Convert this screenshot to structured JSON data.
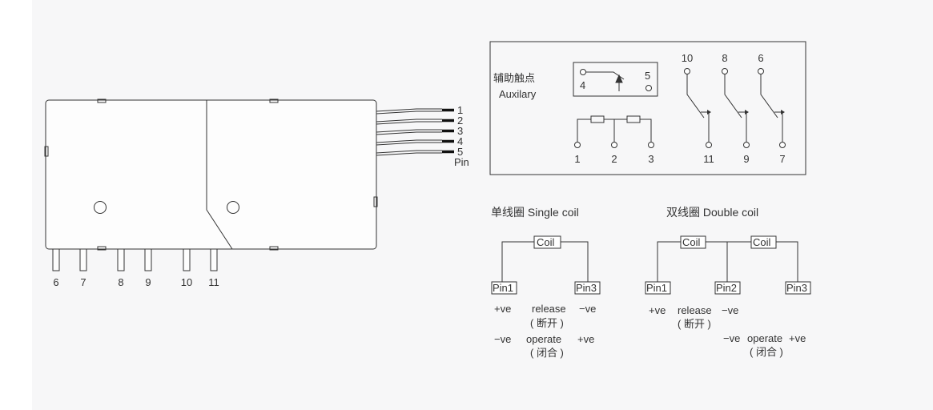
{
  "relay": {
    "pin_label": "Pin",
    "wire_pins": [
      "1",
      "2",
      "3",
      "4",
      "5"
    ],
    "bottom_pins": [
      "6",
      "7",
      "8",
      "9",
      "10",
      "11"
    ]
  },
  "schematic": {
    "aux_label_cn": "辅助触点",
    "aux_label_en": "Auxilary",
    "aux_pin_left": "4",
    "aux_pin_right": "5",
    "coil_pins": [
      "1",
      "2",
      "3"
    ],
    "contact_top_pins": [
      "10",
      "8",
      "6"
    ],
    "contact_bottom_pins": [
      "11",
      "9",
      "7"
    ]
  },
  "single_coil": {
    "title": "单线圈 Single coil",
    "coil_label": "Coil",
    "pin_left": "Pin1",
    "pin_right": "Pin3",
    "row1_left": "+ve",
    "row1_mid": "release",
    "row1_right": "−ve",
    "row1_cn": "( 断开 )",
    "row2_left": "−ve",
    "row2_mid": "operate",
    "row2_right": "+ve",
    "row2_cn": "( 闭合 )"
  },
  "double_coil": {
    "title": "双线圈 Double coil",
    "coil_label": "Coil",
    "pins": [
      "Pin1",
      "Pin2",
      "Pin3"
    ],
    "row1_left": "+ve",
    "row1_mid": "release",
    "row1_right": "−ve",
    "row1_cn": "( 断开 )",
    "row2_left": "−ve",
    "row2_mid": "operate",
    "row2_right": "+ve",
    "row2_cn": "( 闭合 )"
  }
}
